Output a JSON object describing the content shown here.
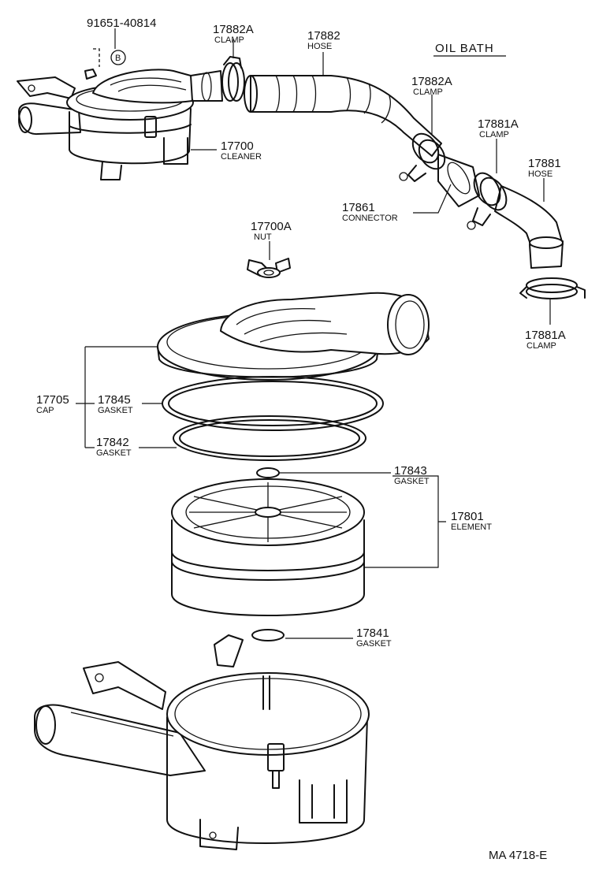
{
  "title": "OIL BATH",
  "footer_code": "MA 4718-E",
  "callout_letter": "B",
  "parts": {
    "bolt": {
      "number": "91651-40814"
    },
    "clamp_top": {
      "number": "17882A",
      "name": "CLAMP"
    },
    "hose_top": {
      "number": "17882",
      "name": "HOSE"
    },
    "clamp_mid": {
      "number": "17882A",
      "name": "CLAMP"
    },
    "clamp_right": {
      "number": "17881A",
      "name": "CLAMP"
    },
    "hose_right": {
      "number": "17881",
      "name": "HOSE"
    },
    "cleaner": {
      "number": "17700",
      "name": "CLEANER"
    },
    "connector": {
      "number": "17861",
      "name": "CONNECTOR"
    },
    "nut": {
      "number": "17700A",
      "name": "NUT"
    },
    "clamp_bottom": {
      "number": "17881A",
      "name": "CLAMP"
    },
    "cap": {
      "number": "17705",
      "name": "CAP"
    },
    "gasket_17845": {
      "number": "17845",
      "name": "GASKET"
    },
    "gasket_17842": {
      "number": "17842",
      "name": "GASKET"
    },
    "gasket_17843": {
      "number": "17843",
      "name": "GASKET"
    },
    "element": {
      "number": "17801",
      "name": "ELEMENT"
    },
    "gasket_17841": {
      "number": "17841",
      "name": "GASKET"
    }
  }
}
